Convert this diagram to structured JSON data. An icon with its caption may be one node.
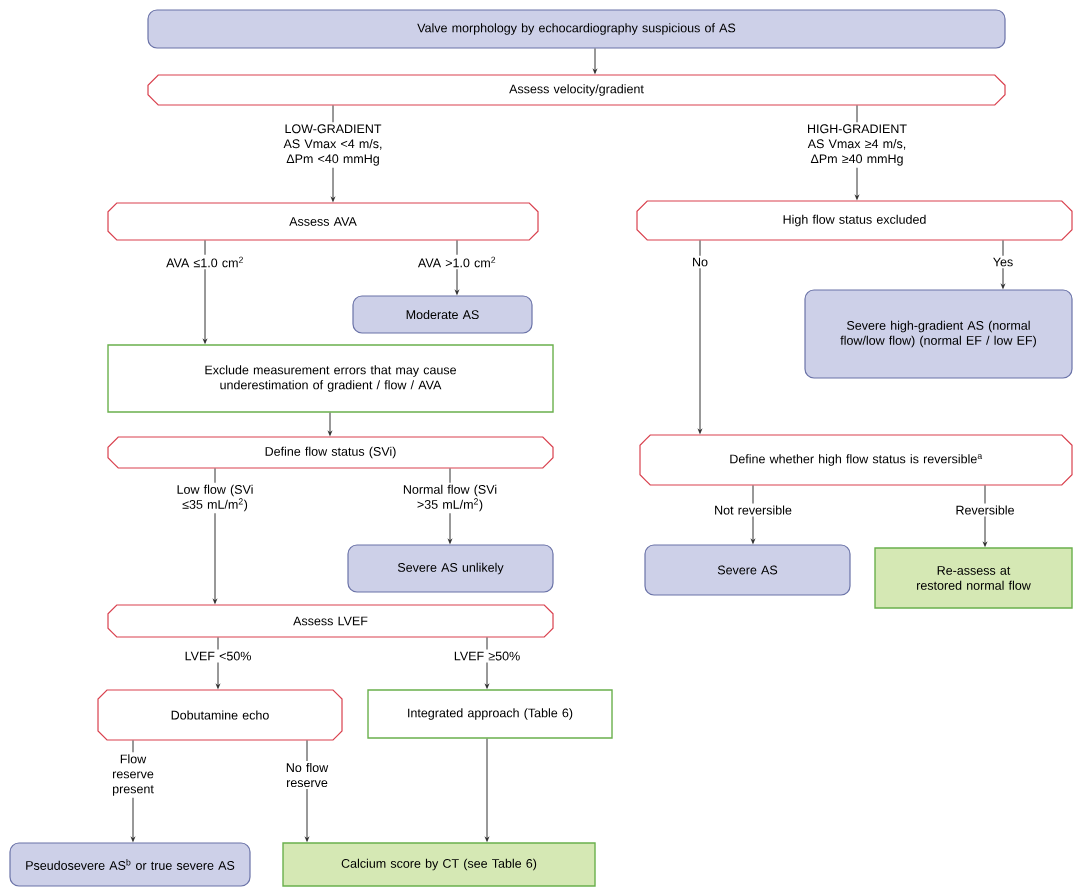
{
  "diagram": {
    "nodes": [
      {
        "text": [
          "Valve morphology by echocardiography suspicious of AS"
        ]
      },
      {
        "text": [
          "Assess velocity/gradient"
        ]
      },
      {
        "text": [
          "Assess AVA"
        ]
      },
      {
        "text": [
          "High flow status excluded"
        ]
      },
      {
        "text": [
          "Moderate AS"
        ]
      },
      {
        "text": [
          "Severe high-gradient AS (normal flow/low flow) (normal EF / low EF)"
        ]
      },
      {
        "text": [
          "Exclude measurement errors that may cause underestimation of gradient / flow / AVA"
        ]
      },
      {
        "text": [
          "Define flow status (SVi)"
        ]
      },
      {
        "text": [
          "Define whether high flow status is reversible$^{a}$"
        ]
      },
      {
        "text": [
          "Severe AS unlikely"
        ]
      },
      {
        "text": [
          "Severe AS"
        ]
      },
      {
        "text": [
          "Re-assess at restored normal flow"
        ]
      },
      {
        "text": [
          "Assess LVEF"
        ]
      },
      {
        "text": [
          "Dobutamine echo"
        ]
      },
      {
        "text": [
          "Integrated approach (Table 6)"
        ]
      },
      {
        "text": [
          "Pseudosevere AS$^{b}$ or true severe AS"
        ]
      },
      {
        "text": [
          "Calcium score by CT (see Table 6)"
        ]
      }
    ],
    "edges": [
      {
        "from": 0,
        "to": 1,
        "arrow": "to"
      },
      {
        "from": 1,
        "to": 2,
        "arrow": "to",
        "label": "LOW-GRADIENT AS Vmax <4 m/s, ΔPm <40 mmHg"
      },
      {
        "from": 1,
        "to": 3,
        "arrow": "to",
        "label": "HIGH-GRADIENT AS Vmax ≥4 m/s, ΔPm ≥40 mmHg"
      },
      {
        "from": 2,
        "to": 6,
        "arrow": "to",
        "label": "AVA ≤1.0 cm$^{2}$"
      },
      {
        "from": 2,
        "to": 4,
        "arrow": "to",
        "label": "AVA >1.0 cm$^{2}$"
      },
      {
        "from": 3,
        "to": 8,
        "arrow": "to",
        "label": "No"
      },
      {
        "from": 3,
        "to": 5,
        "arrow": "to",
        "label": "Yes"
      },
      {
        "from": 6,
        "to": 7,
        "arrow": "to"
      },
      {
        "from": 7,
        "to": 12,
        "arrow": "to",
        "label": "Low flow (SVi ≤35 mL/m$^{2}$)"
      },
      {
        "from": 7,
        "to": 9,
        "arrow": "to",
        "label": "Normal flow (SVi >35 mL/m$^{2}$)"
      },
      {
        "from": 8,
        "to": 10,
        "arrow": "to",
        "label": "Not reversible"
      },
      {
        "from": 8,
        "to": 11,
        "arrow": "to",
        "label": "Reversible"
      },
      {
        "from": 12,
        "to": 13,
        "arrow": "to",
        "label": "LVEF <50%"
      },
      {
        "from": 12,
        "to": 14,
        "arrow": "to",
        "label": "LVEF ≥50%"
      },
      {
        "from": 13,
        "to": 15,
        "arrow": "to",
        "label": "Flow reserve present"
      },
      {
        "from": 13,
        "to": 16,
        "arrow": "to",
        "label": "No flow reserve"
      },
      {
        "from": 14,
        "to": 16,
        "arrow": "to"
      }
    ]
  }
}
